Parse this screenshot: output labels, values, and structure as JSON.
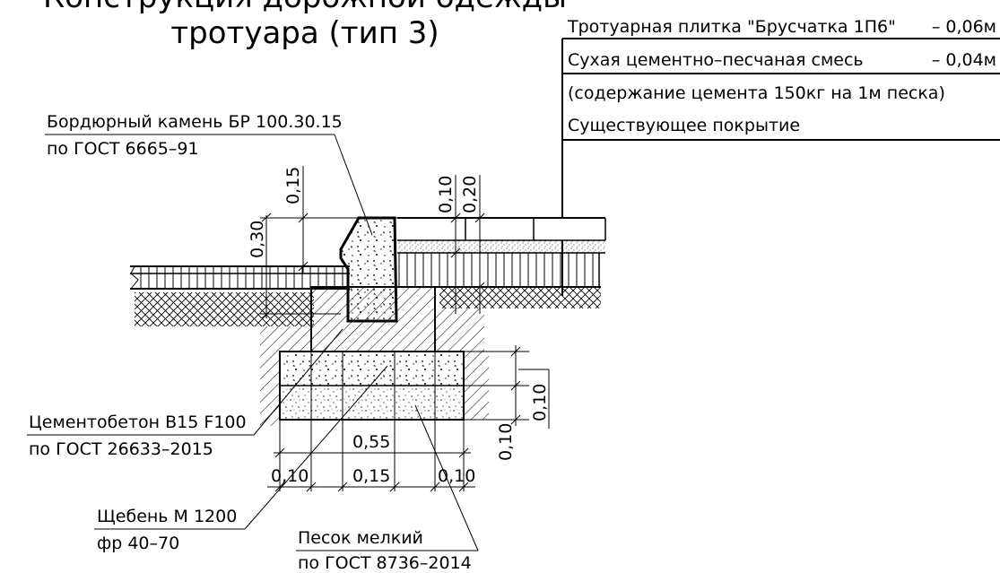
{
  "title": {
    "line1": "Конструкция дорожной одежды",
    "line2": "тротуара (тип 3)"
  },
  "layers_table": {
    "rows": [
      {
        "text": "Тротуарная плитка \"Брусчатка 1П6\"",
        "thickness": "– 0,06м"
      },
      {
        "text": "Сухая цементно–песчаная смесь",
        "thickness": "– 0,04м"
      },
      {
        "text": "(содержание цемента 150кг на 1м  песка)",
        "thickness": ""
      },
      {
        "text": "Существующее покрытие",
        "thickness": ""
      }
    ]
  },
  "labels": {
    "curb_line1": "Бордюрный камень БР 100.30.15",
    "curb_line2": "по ГОСТ 6665–91",
    "concrete_line1": "Цементобетон В15 F100",
    "concrete_line2": "по ГОСТ 26633–2015",
    "gravel_line1": "Щебень М 1200",
    "gravel_line2": "фр 40–70",
    "sand_line1": "Песок мелкий",
    "sand_line2": "по ГОСТ 8736–2014"
  },
  "dimensions": {
    "d_015_curb": "0,15",
    "d_030": "0,30",
    "d_010_top": "0,10",
    "d_020_top": "0,20",
    "d_055": "0,55",
    "d_010_left": "0,10",
    "d_015_mid": "0,15",
    "d_010_right": "0,10",
    "d_010_vert_a": "0,10",
    "d_010_vert_b": "0,10"
  }
}
